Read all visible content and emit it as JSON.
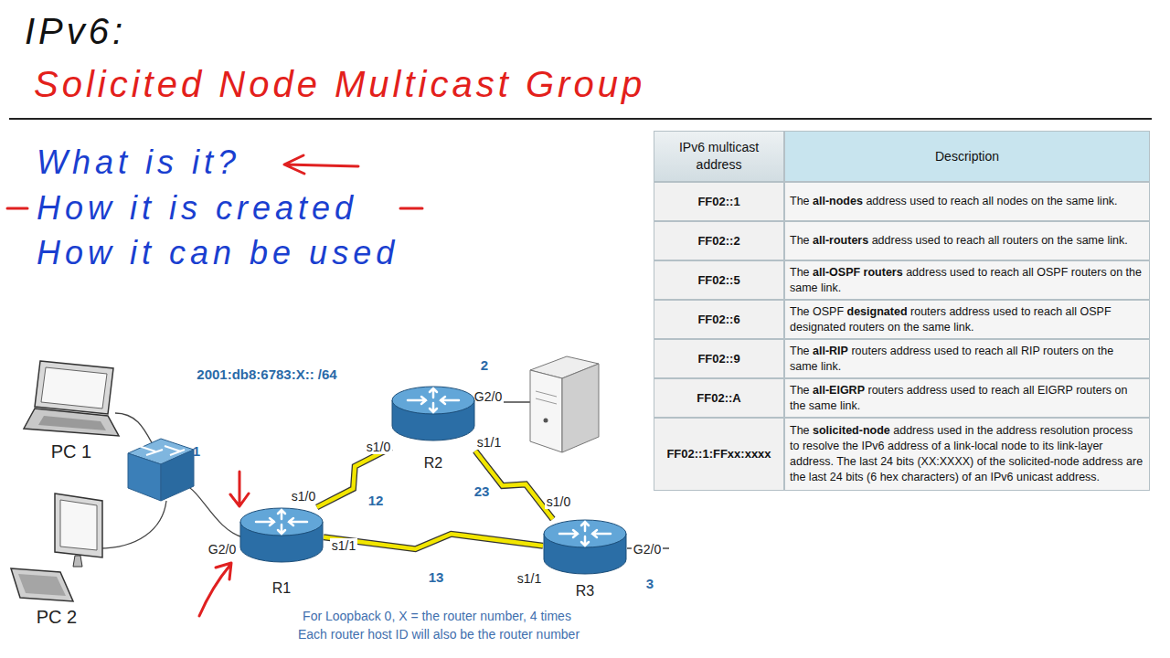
{
  "diagram": {
    "title": "IPv6:",
    "nodes": [
      {
        "text": [
          "PC 1"
        ]
      },
      {
        "text": [
          "PC 2"
        ]
      },
      {
        "text": [
          "R1"
        ]
      },
      {
        "text": [
          "R2"
        ]
      },
      {
        "text": [
          "R3"
        ]
      }
    ],
    "edges": [
      {
        "from": 2,
        "to": 3,
        "arrow": "none",
        "label": "12"
      },
      {
        "from": 3,
        "to": 4,
        "arrow": "none",
        "label": "23"
      },
      {
        "from": 2,
        "to": 4,
        "arrow": "none",
        "label": "13"
      }
    ],
    "labels": [
      "Solicited Node Multicast Group",
      "What is it?",
      "How it is created",
      "How it can be used",
      "2001:db8:6783:X:: /64",
      "1",
      "2",
      "3",
      "G2/0",
      "s1/0",
      "s1/1",
      "s1/0",
      "s1/1",
      "G2/0",
      "s1/0",
      "s1/1",
      "G2/0",
      "For Loopback 0, X = the router number, 4 times",
      "Each router host ID will also be the router number",
      "IPv6 multicast address",
      "Description",
      "FF02::1",
      "The",
      "all-nodes",
      "address used to reach all nodes on the same link.",
      "FF02::2",
      "The",
      "all-routers",
      "address used to reach all routers on the same link.",
      "FF02::5",
      "The",
      "all-OSPF routers",
      "address used to reach all OSPF routers on the same link.",
      "FF02::6",
      "The OSPF",
      "designated",
      "routers address used to reach all OSPF designated routers on the same link.",
      "FF02::9",
      "The",
      "all-RIP",
      "routers address used to reach all RIP routers on the same link.",
      "FF02::A",
      "The",
      "all-EIGRP",
      "routers address used to reach all EIGRP routers on the same link.",
      "FF02::1:FFxx:xxxx",
      "The",
      "solicited-node",
      "address used in the address resolution process to resolve the IPv6 address of a link-local node to its link-layer address. The last 24 bits (XX:XXXX) of the solicited-node address are the last 24 bits (6 hex characters) of an IPv6 unicast address."
    ]
  }
}
